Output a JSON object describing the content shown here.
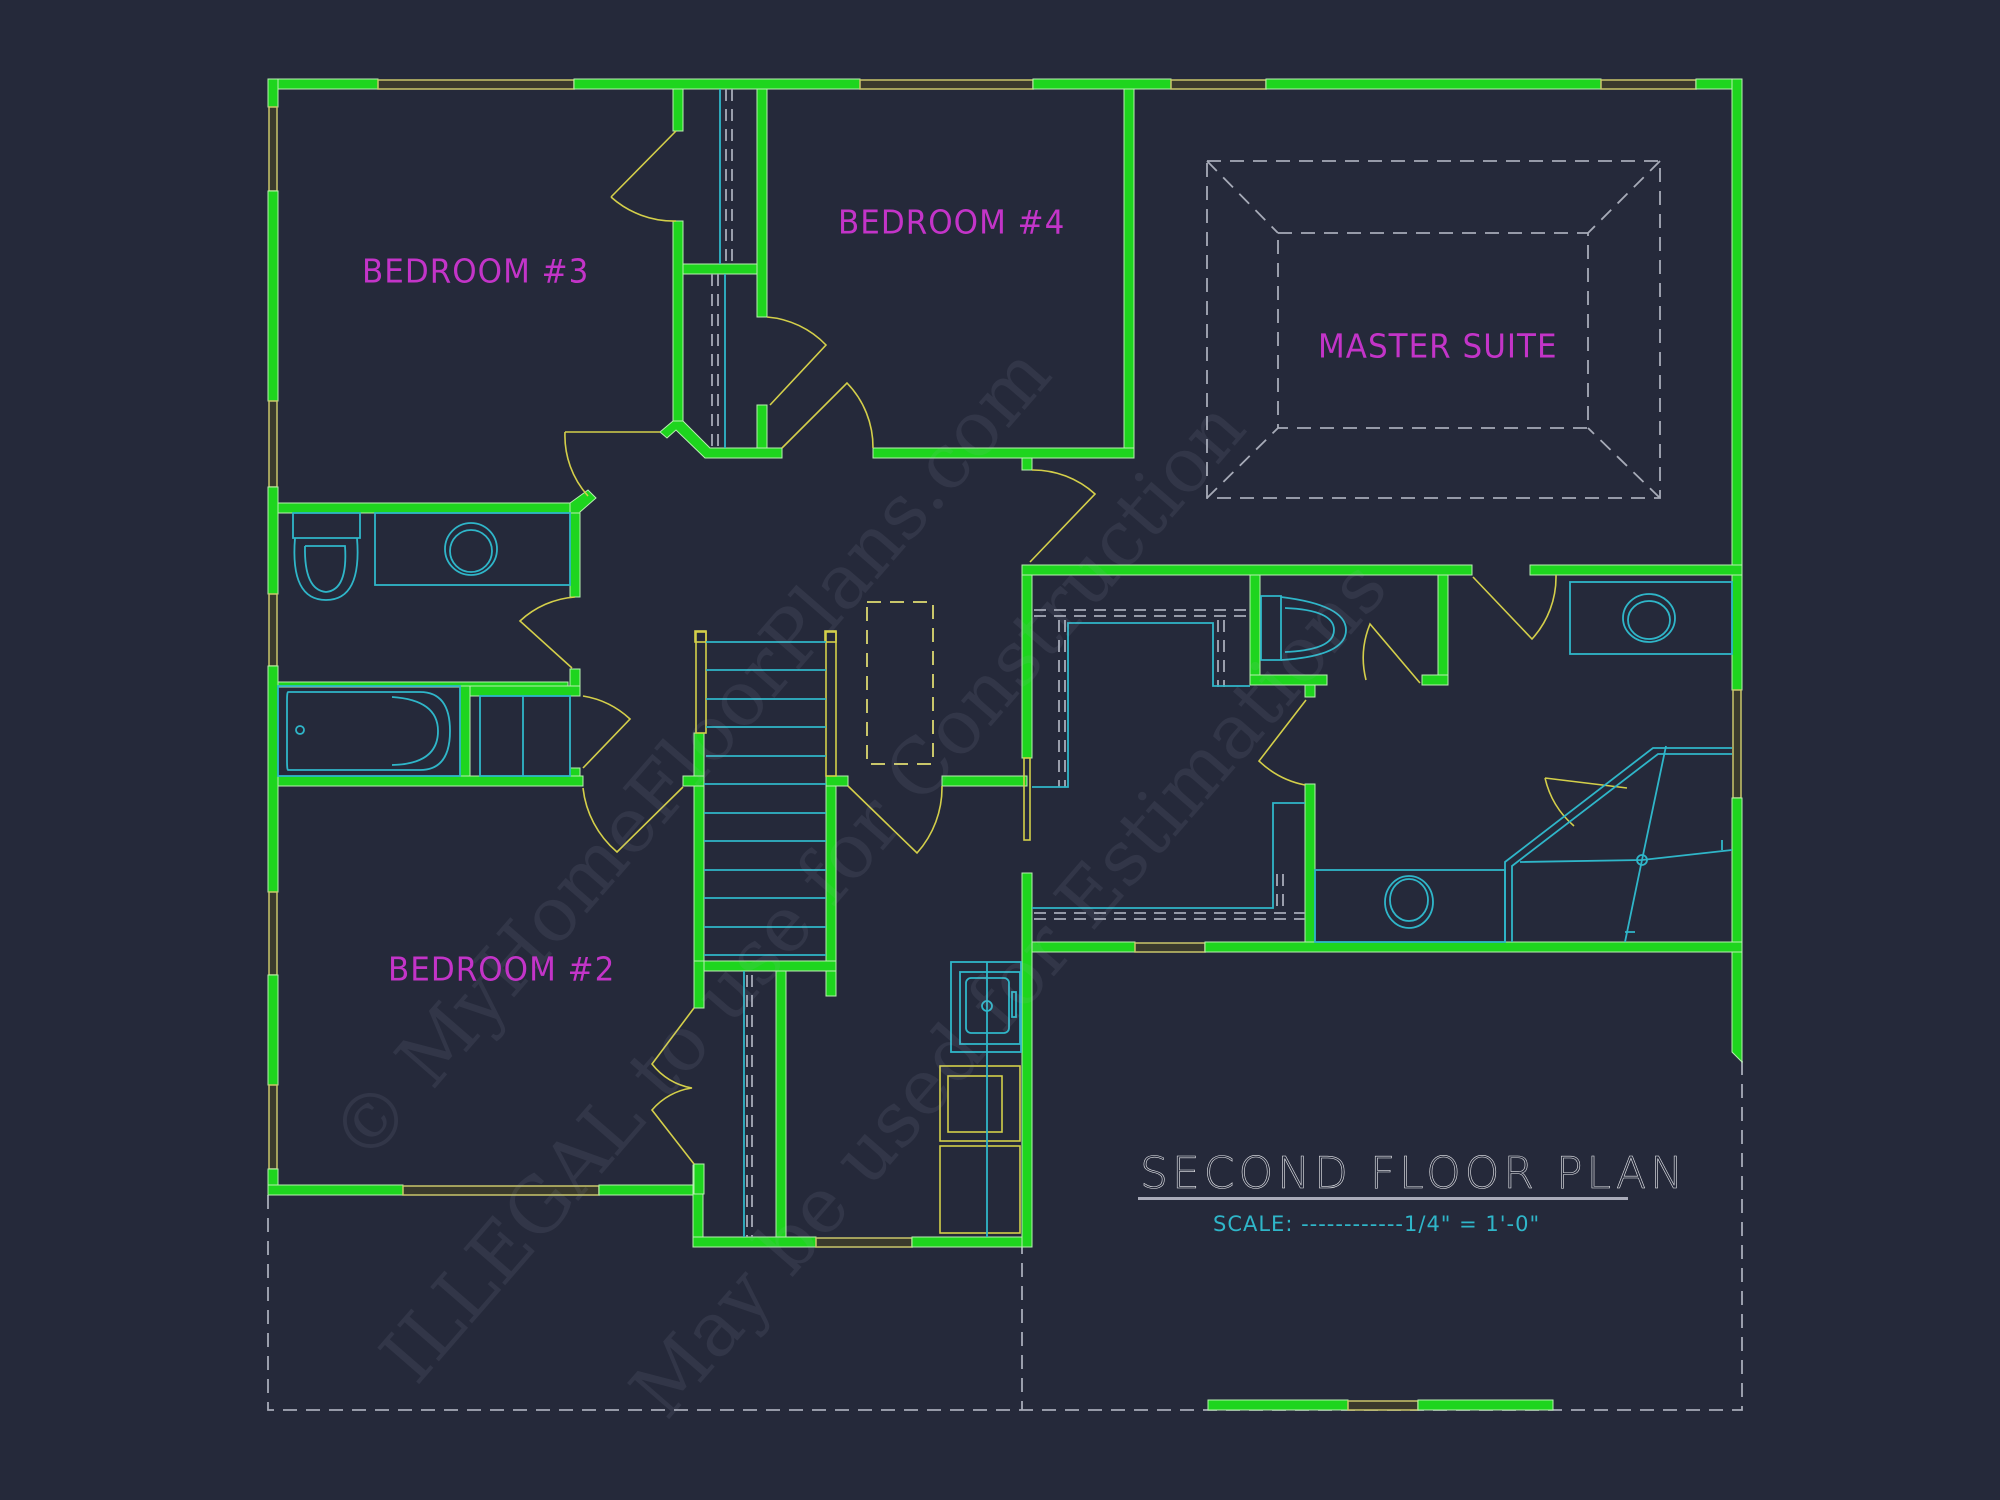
{
  "drawing": {
    "title": "SECOND FLOOR PLAN",
    "scale_label": "SCALE: ------------1/4\" = 1'-0\"",
    "colors": {
      "background": "#25293a",
      "walls": "#1ed51e",
      "room_labels": "#c334c8",
      "fixtures": "#2fb6c9",
      "doors_windows": "#d4cf4a",
      "hidden_lines": "#a7abb8",
      "title": "#e5e6ea"
    }
  },
  "rooms": [
    {
      "name": "bedroom-3",
      "label": "BEDROOM #3"
    },
    {
      "name": "bedroom-4",
      "label": "BEDROOM #4"
    },
    {
      "name": "master-suite",
      "label": "MASTER SUITE"
    },
    {
      "name": "bedroom-2",
      "label": "BEDROOM #2"
    }
  ],
  "watermark": {
    "line1": "© MyHomeFloorPlans.com",
    "line2": "ILLEGAL to use for Construction",
    "line3": "May be used for Estimations"
  }
}
